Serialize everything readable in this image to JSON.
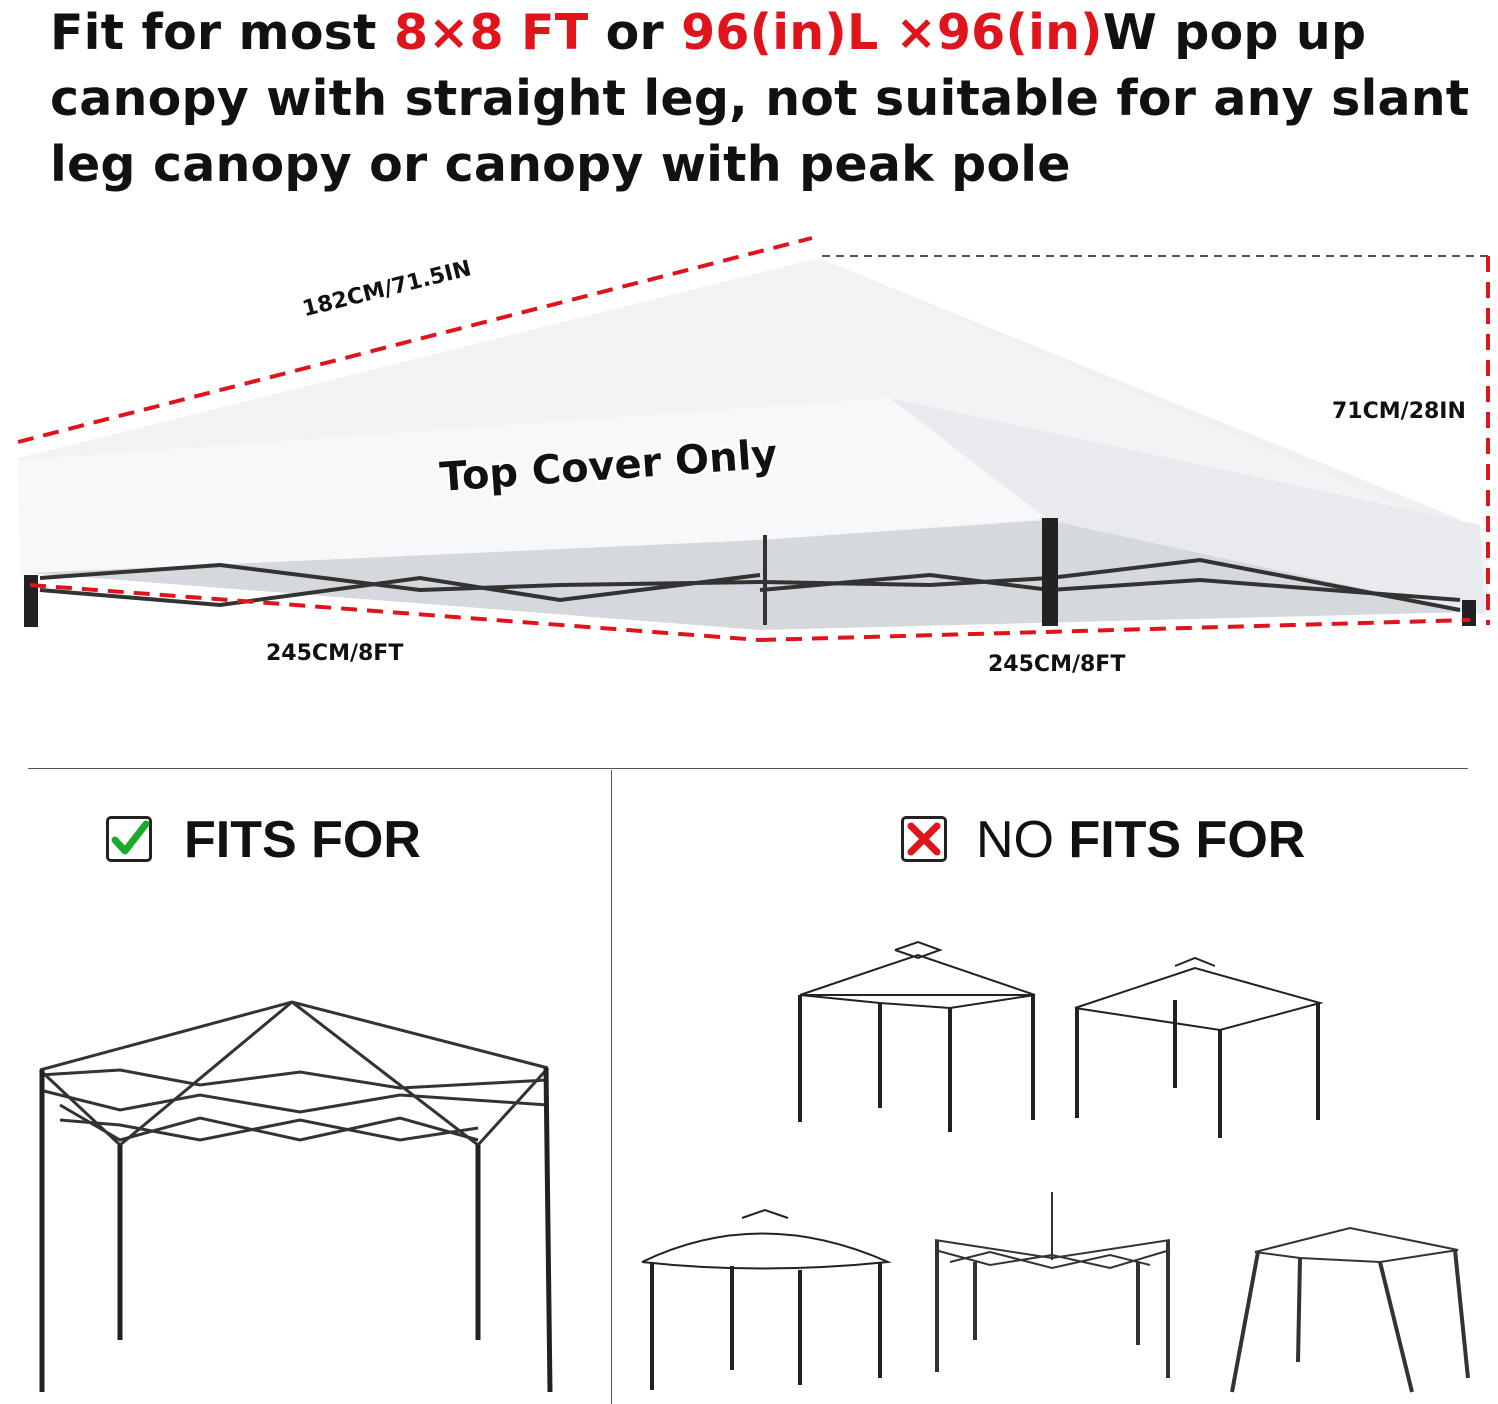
{
  "headline": {
    "prefix": "Fit for most ",
    "size_ft": "8×8 FT",
    "or_text": " or ",
    "size_in": "96(in)L ×96(in)",
    "suffix_line1": "W pop up",
    "line2": "canopy with straight leg, not suitable for any slant",
    "line3": "leg canopy or canopy with peak pole",
    "accent_color": "#e0151b"
  },
  "dimensions": {
    "slope": "182CM/71.5IN",
    "height": "71CM/28IN",
    "front_width": "245CM/8FT",
    "side_width": "245CM/8FT"
  },
  "cover_label": "Top Cover Only",
  "fits": {
    "label": "FITS FOR",
    "icon": "check-icon",
    "icon_color": "#1aab2c"
  },
  "no_fits": {
    "label_thin": "NO ",
    "label_bold": "FITS FOR",
    "icon": "x-icon",
    "icon_color": "#e0151b"
  }
}
